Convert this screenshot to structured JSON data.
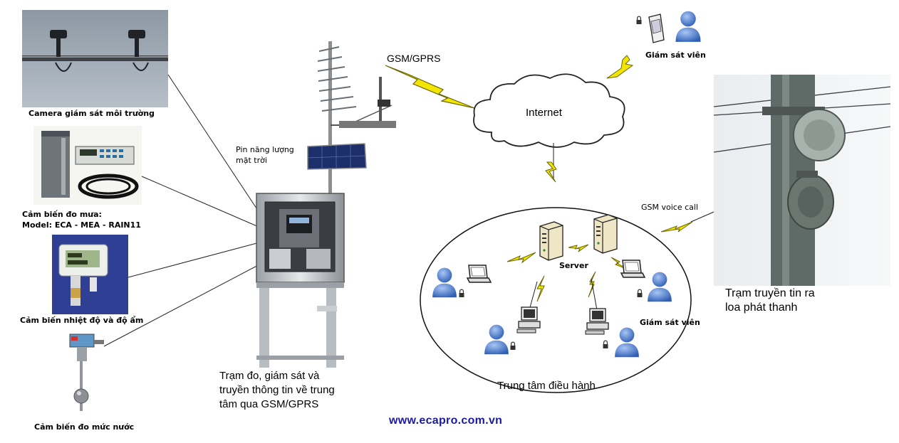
{
  "labels": {
    "camera": "Camera giám sát môi trường",
    "rain_sensor": "Cảm biến đo mưa:",
    "rain_model": "Model: ECA - MEA - RAIN11",
    "temp_humidity": "Cảm biến nhiệt độ và độ ẩm",
    "water_level": "Cảm biến đo mức nước",
    "solar_line1": "Pin năng lượng",
    "solar_line2": "mặt trời",
    "station_line1": "Trạm đo, giám sát và",
    "station_line2": "truyền thông tin về trung",
    "station_line3": "tâm qua GSM/GPRS",
    "gsm_gprs": "GSM/GPRS",
    "internet": "Internet",
    "monitor_top": "Giám sát viên",
    "monitor_center": "Giám sát viên",
    "server": "Server",
    "control_center": "Trung tâm điều hành",
    "gsm_voice": "GSM voice call",
    "speaker_line1": "Trạm truyền tin ra",
    "speaker_line2": "loa phát thanh"
  },
  "footer": {
    "url": "www.ecapro.com.vn"
  },
  "colors": {
    "lightning": "#f2e600",
    "person": "#4f7fd0",
    "url": "#1a1aa6"
  }
}
